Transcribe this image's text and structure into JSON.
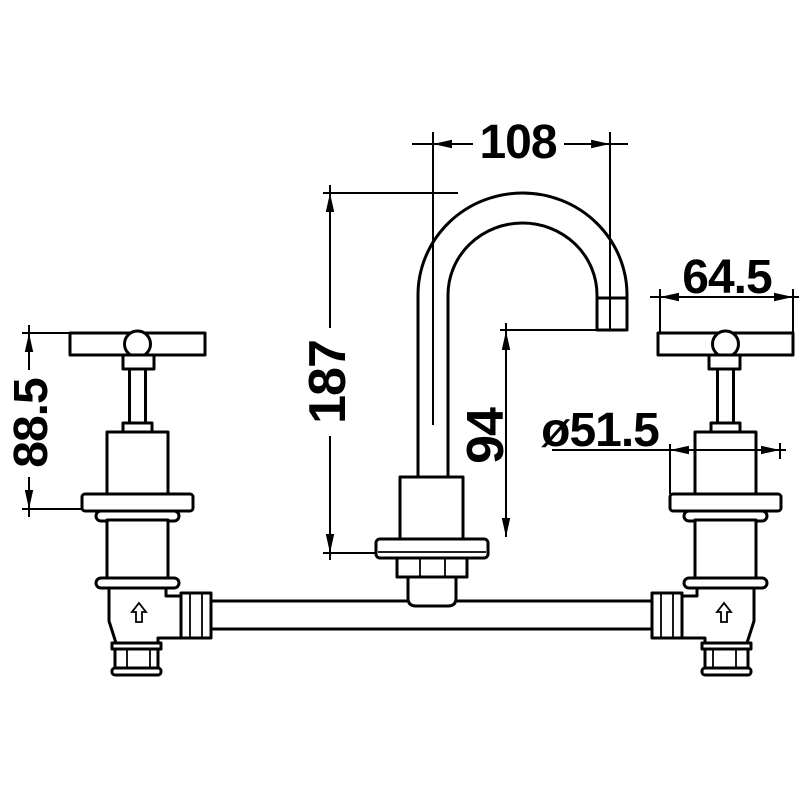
{
  "drawing": {
    "type": "technical-dimension-drawing",
    "subject": "three-hole basin tap set: two crosshead valve handles and gooseneck swivel spout, front elevation",
    "units": "mm",
    "line_color": "#000000",
    "background_color": "#ffffff",
    "dims": {
      "spout_reach": "108",
      "handle_width": "64.5",
      "handle_height": "88.5",
      "spout_height": "187",
      "outlet_height": "94",
      "flange_diameter": "ø51.5"
    },
    "icons": {
      "flow_direction": "up-arrow"
    }
  }
}
